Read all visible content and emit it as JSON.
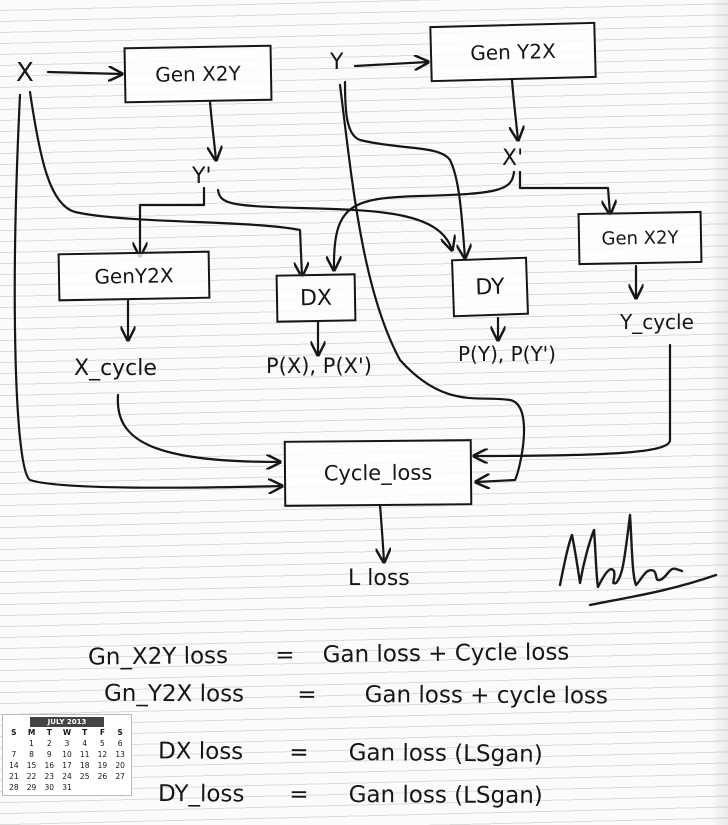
{
  "diagram": {
    "inputs": {
      "x": "X",
      "y": "Y"
    },
    "generators": {
      "gen_x2y": "Gen X2Y",
      "gen_y2x": "Gen Y2X",
      "gen_y2x_cycle": "GenY2X",
      "gen_x2y_cycle": "Gen X2Y"
    },
    "fakes": {
      "x_prime": "X'",
      "y_prime": "Y'"
    },
    "discriminators": {
      "dx": "DX",
      "dy": "DY"
    },
    "probabilities": {
      "px": "P(X), P(X')",
      "py": "P(Y), P(Y')"
    },
    "cycles": {
      "x_cycle": "X_cycle",
      "y_cycle": "Y_cycle"
    },
    "cycle_loss": "Cycle_loss",
    "output_loss": "L loss"
  },
  "equations": [
    {
      "lhs": "Gn_X2Y loss",
      "op": "=",
      "rhs": "Gan loss + Cycle loss"
    },
    {
      "lhs": "Gn_Y2X loss",
      "op": "=",
      "rhs": "Gan loss + cycle loss"
    },
    {
      "lhs": "DX loss",
      "op": "=",
      "rhs": "Gan loss (LSgan)"
    },
    {
      "lhs": "DY_loss",
      "op": "=",
      "rhs": "Gan loss (LSgan)"
    }
  ],
  "calendar": {
    "title": "JULY 2013",
    "weekdays": [
      "S",
      "M",
      "T",
      "W",
      "T",
      "F",
      "S"
    ],
    "days": [
      "",
      "1",
      "2",
      "3",
      "4",
      "5",
      "6",
      "7",
      "8",
      "9",
      "10",
      "11",
      "12",
      "13",
      "14",
      "15",
      "16",
      "17",
      "18",
      "19",
      "20",
      "21",
      "22",
      "23",
      "24",
      "25",
      "26",
      "27",
      "28",
      "29",
      "30",
      "31",
      "",
      "",
      ""
    ]
  },
  "colors": {
    "ink": "#161616",
    "paper": "#fbfbfb",
    "rule": "#d8d8d8"
  }
}
